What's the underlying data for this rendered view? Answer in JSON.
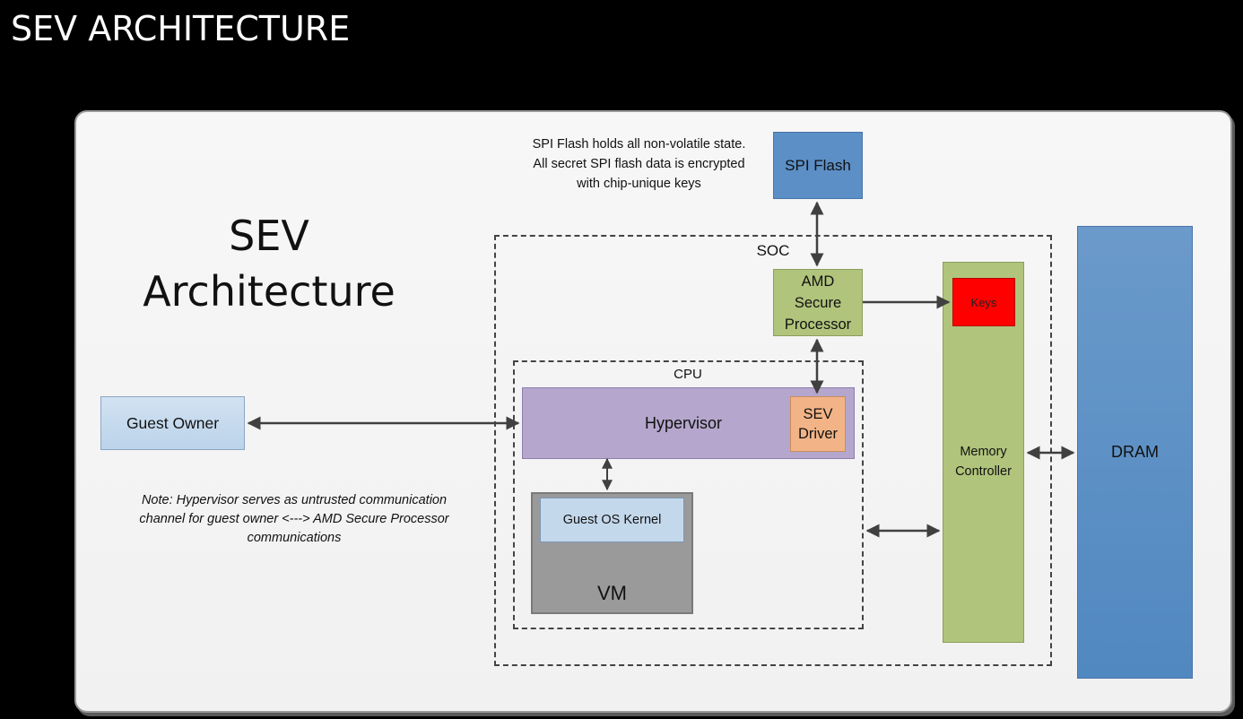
{
  "slide_title": "SEV ARCHITECTURE",
  "diagram": {
    "heading_line1": "SEV",
    "heading_line2": "Architecture",
    "spi_note": [
      "SPI Flash holds all non-volatile state.",
      "All secret SPI flash data is encrypted",
      "with chip-unique keys"
    ],
    "spi_flash": "SPI Flash",
    "soc_label": "SOC",
    "amd_sp": [
      "AMD",
      "Secure",
      "Processor"
    ],
    "keys": "Keys",
    "memory_controller": [
      "Memory",
      "Controller"
    ],
    "dram": "DRAM",
    "cpu_label": "CPU",
    "hypervisor": "Hypervisor",
    "sev_driver": [
      "SEV",
      "Driver"
    ],
    "guest_owner": "Guest Owner",
    "guest_os_kernel": "Guest OS Kernel",
    "vm": "VM",
    "note": [
      "Note: Hypervisor serves as untrusted communication",
      "channel for guest owner <---> AMD Secure Processor",
      "communications"
    ]
  },
  "colors": {
    "blue_box": "#5b8fc6",
    "light_blue_box": "#c4d8ec",
    "green_box": "#b0c47c",
    "purple_box": "#b4a6cc",
    "orange_box": "#f2b487",
    "red_keys": "#ff0000",
    "gray_vm": "#9a9a9a"
  }
}
